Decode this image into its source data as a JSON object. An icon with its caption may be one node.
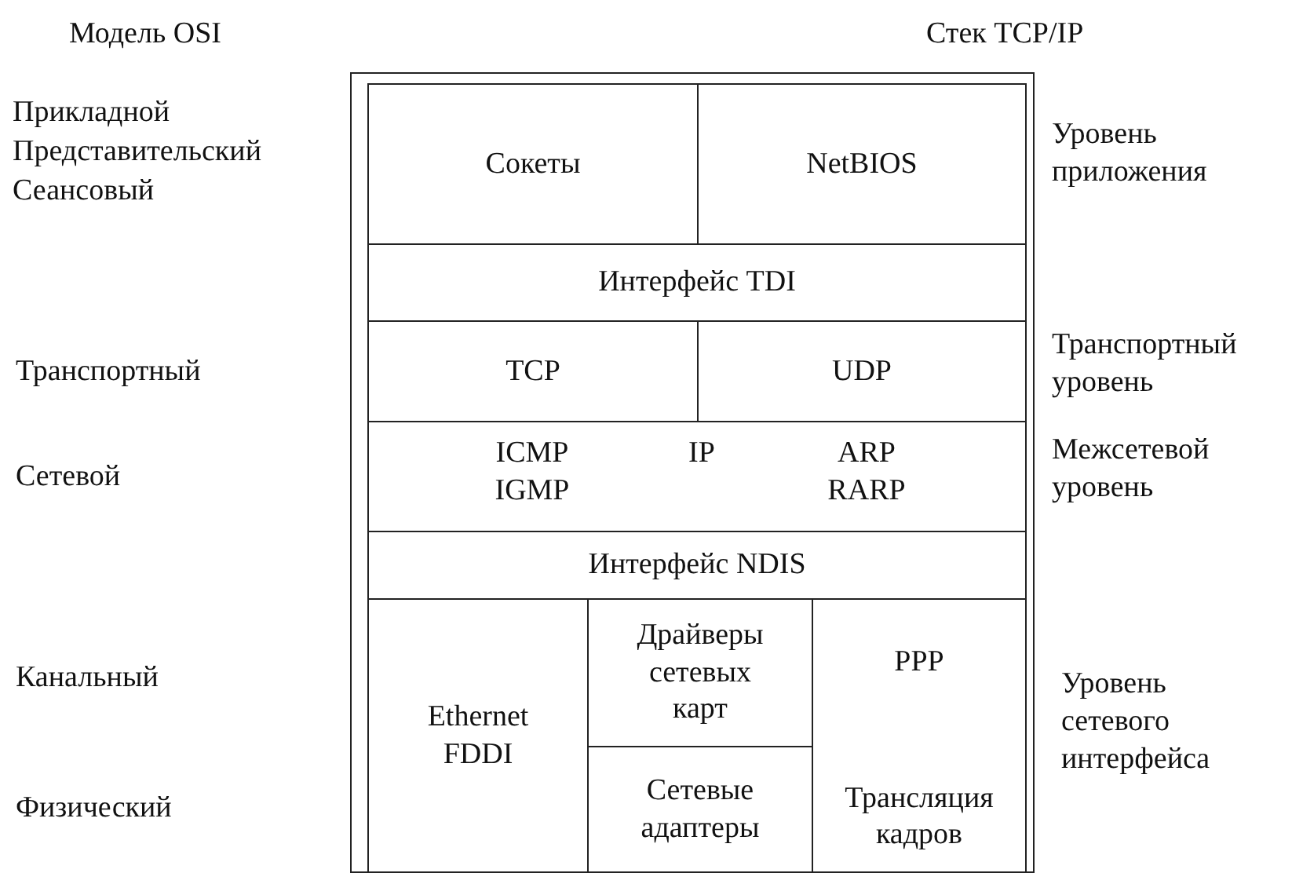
{
  "diagram": {
    "nodes": [
      {
        "text": [],
        "shape": "box"
      },
      {
        "text": [
          "Сокеты"
        ],
        "in": 0
      },
      {
        "text": [
          "NetBIOS"
        ],
        "in": 0
      },
      {
        "text": [
          "Интерфейс TDI"
        ],
        "in": 0
      },
      {
        "text": [
          "TCP"
        ],
        "in": 0
      },
      {
        "text": [
          "UDP"
        ],
        "in": 0
      },
      {
        "text": [
          "ICMP",
          "IGMP",
          "IP",
          "ARP",
          "RARP"
        ],
        "in": 0
      },
      {
        "text": [
          "Интерфейс NDIS"
        ],
        "in": 0
      },
      {
        "text": [
          "Ethernet FDDI"
        ],
        "in": 0
      },
      {
        "text": [
          "Драйверы сетевых карт"
        ],
        "in": 0
      },
      {
        "text": [
          "Сетевые адаптеры"
        ],
        "in": 0
      },
      {
        "text": [
          "PPP",
          "Трансляция кадров"
        ],
        "in": 0
      }
    ],
    "labels": [
      "Модель OSI",
      "Стек TCP/IP",
      "Прикладной",
      "Представительский",
      "Сеансовый",
      "Уровень приложения",
      "Транспортный",
      "Транспортный уровень",
      "Сетевой",
      "Межсетевой уровень",
      "Канальный",
      "Уровень сетевого интерфейса",
      "Физический"
    ]
  }
}
